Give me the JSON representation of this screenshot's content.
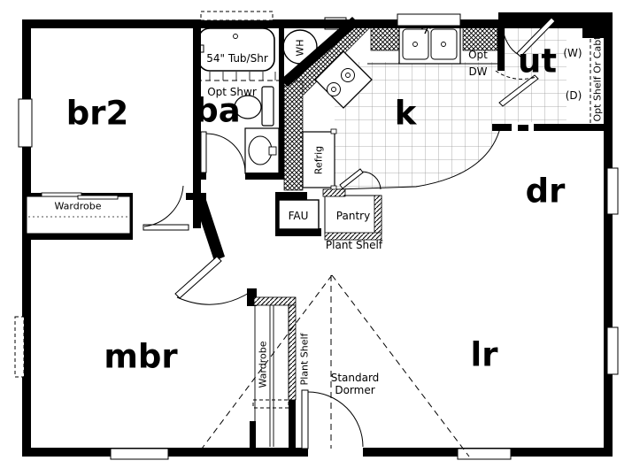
{
  "rooms": {
    "br2": "br2",
    "ba": "ba",
    "k": "k",
    "ut": "ut",
    "dr": "dr",
    "mbr": "mbr",
    "lr": "lr"
  },
  "labels": {
    "tub": "54\" Tub/Shr",
    "opt_shower": "Opt Shwr",
    "water_heater": "WH",
    "opt": "Opt",
    "dw": "DW",
    "washer": "(W)",
    "dryer": "(D)",
    "opt_shelf_or_cabt": "Opt Shelf Or Cabt",
    "refrigerator": "Refrig",
    "fau": "FAU",
    "pantry": "Pantry",
    "plant_shelf_pantry": "Plant Shelf",
    "wardrobe_br2": "Wardrobe",
    "wardrobe_mbr": "Wardrobe",
    "plant_shelf_mbr": "Plant Shelf",
    "standard_dormer_line1": "Standard",
    "standard_dormer_line2": "Dormer"
  },
  "colors": {
    "wall": "#000000",
    "floor": "#ffffff",
    "tile_grid": "#999999"
  }
}
